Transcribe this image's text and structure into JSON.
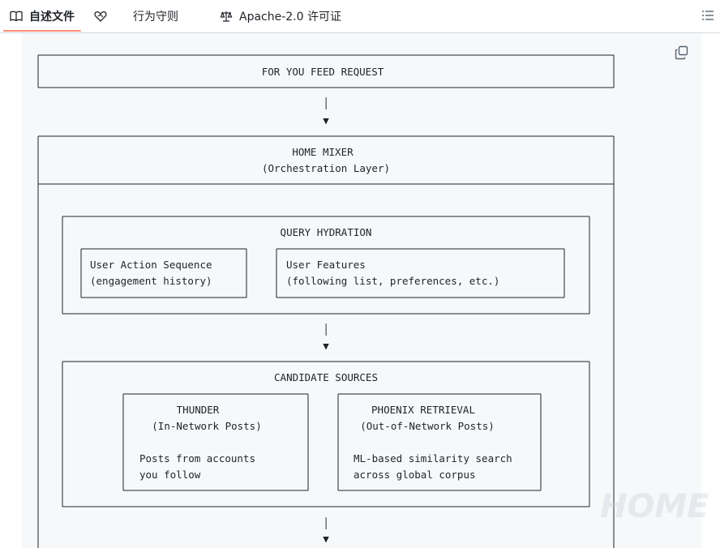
{
  "tabs": [
    {
      "label": "自述文件",
      "icon": "book-icon",
      "active": true
    },
    {
      "label": "行为守则",
      "icon": "heart-handshake-icon",
      "active": false
    },
    {
      "label": "Apache-2.0 许可证",
      "icon": "scale-icon",
      "active": false
    }
  ],
  "toc_icon": "list-icon",
  "copy_icon": "copy-icon",
  "diagram": {
    "feed_request": "FOR YOU FEED REQUEST",
    "home_mixer": {
      "title": "HOME MIXER",
      "subtitle": "(Orchestration Layer)"
    },
    "query_hydration": {
      "title": "QUERY HYDRATION",
      "user_action": {
        "line1": "User Action Sequence",
        "line2": "(engagement history)"
      },
      "user_features": {
        "line1": "User Features",
        "line2": "(following list, preferences, etc.)"
      }
    },
    "candidate_sources": {
      "title": "CANDIDATE SOURCES",
      "thunder": {
        "title": "THUNDER",
        "subtitle": "(In-Network Posts)",
        "desc1": "Posts from accounts",
        "desc2": "you follow"
      },
      "phoenix": {
        "title": "PHOENIX RETRIEVAL",
        "subtitle": "(Out-of-Network Posts)",
        "desc1": "ML-based similarity search",
        "desc2": "across global corpus"
      }
    },
    "arrow_glyph": "▼",
    "pipe_glyph": "│"
  },
  "watermark": "HOME"
}
